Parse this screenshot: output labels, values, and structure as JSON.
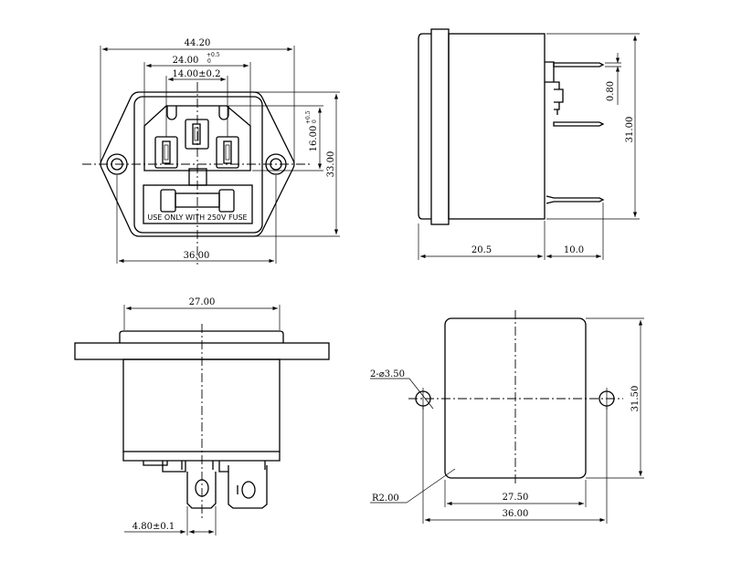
{
  "front_view": {
    "dim_overall_width": "44.20",
    "dim_cutout_width": "24.00",
    "dim_cutout_width_tol_upper": "+0.5",
    "dim_cutout_width_tol_lower": "0",
    "dim_pin_spacing": "14.00±0.2",
    "dim_socket_height": "16.00",
    "dim_socket_height_tol_upper": "+0.5",
    "dim_socket_height_tol_lower": "0",
    "dim_overall_height": "33.00",
    "dim_hole_spacing": "36.00",
    "fuse_label": "USE ONLY WITH 250V FUSE"
  },
  "side_view": {
    "dim_pin_thickness": "0.80",
    "dim_height": "31.00",
    "dim_body_depth": "20.5",
    "dim_pin_length": "10.0"
  },
  "bottom_view": {
    "dim_body_width": "27.00",
    "dim_terminal_width": "4.80±0.1"
  },
  "panel_cutout": {
    "dim_holes": "2-⌀3.50",
    "dim_corner_radius": "R2.00",
    "dim_height": "31.50",
    "dim_cutout_width": "27.50",
    "dim_hole_spacing": "36.00"
  }
}
